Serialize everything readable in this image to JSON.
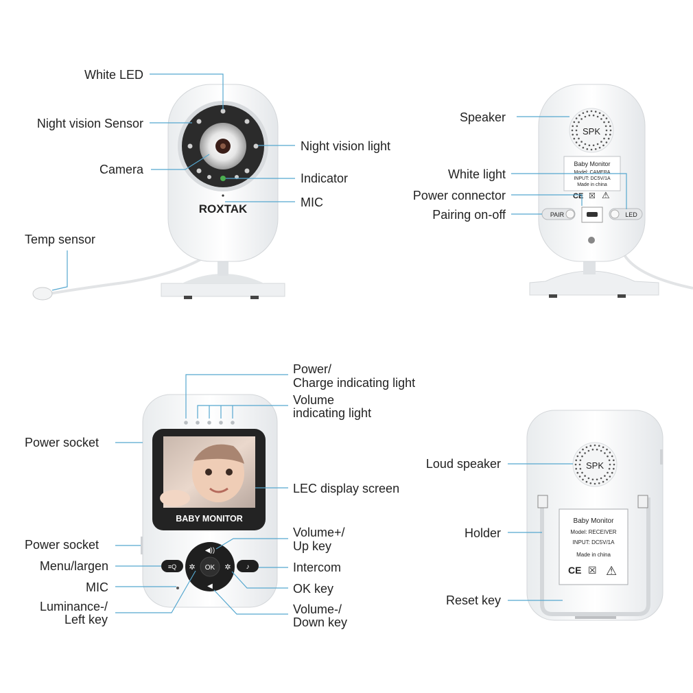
{
  "camera_front": {
    "brand": "ROXTAK",
    "labels": {
      "white_led": "White LED",
      "night_vision_sensor": "Night vision Sensor",
      "camera": "Camera",
      "night_vision_light": "Night vision light",
      "indicator": "Indicator",
      "mic": "MIC",
      "temp_sensor": "Temp sensor"
    }
  },
  "camera_back": {
    "speaker_mark": "SPK",
    "sticker": [
      "Baby Monitor",
      "Model: CAMERA",
      "INPUT: DC5V/1A",
      "Made in china"
    ],
    "pair_button": "PAIR",
    "led_button": "LED",
    "labels": {
      "speaker": "Speaker",
      "white_light": "White light",
      "power_connector": "Power connector",
      "pairing": "Pairing on-off"
    }
  },
  "receiver_front": {
    "screen_title": "BABY MONITOR",
    "ok_button": "OK",
    "labels": {
      "power_charge_1": "Power/",
      "power_charge_2": "Charge indicating light",
      "volume_indicating_1": "Volume",
      "volume_indicating_2": "indicating light",
      "power_socket_top": "Power socket",
      "display_screen": "LEC display screen",
      "power_socket_side": "Power socket",
      "volume_up_1": "Volume+/",
      "volume_up_2": "Up key",
      "menu": "Menu/largen",
      "intercom": "Intercom",
      "mic": "MIC",
      "ok_key": "OK key",
      "luminance_1": "Luminance-/",
      "luminance_2": "Left key",
      "volume_down_1": "Volume-/",
      "volume_down_2": "Down key"
    }
  },
  "receiver_back": {
    "speaker_mark": "SPK",
    "sticker": [
      "Baby Monitor",
      "Model: RECEIVER",
      "INPUT: DC5V/1A",
      "Made in china"
    ],
    "labels": {
      "loud_speaker": "Loud speaker",
      "holder": "Holder",
      "reset_key": "Reset key"
    }
  }
}
